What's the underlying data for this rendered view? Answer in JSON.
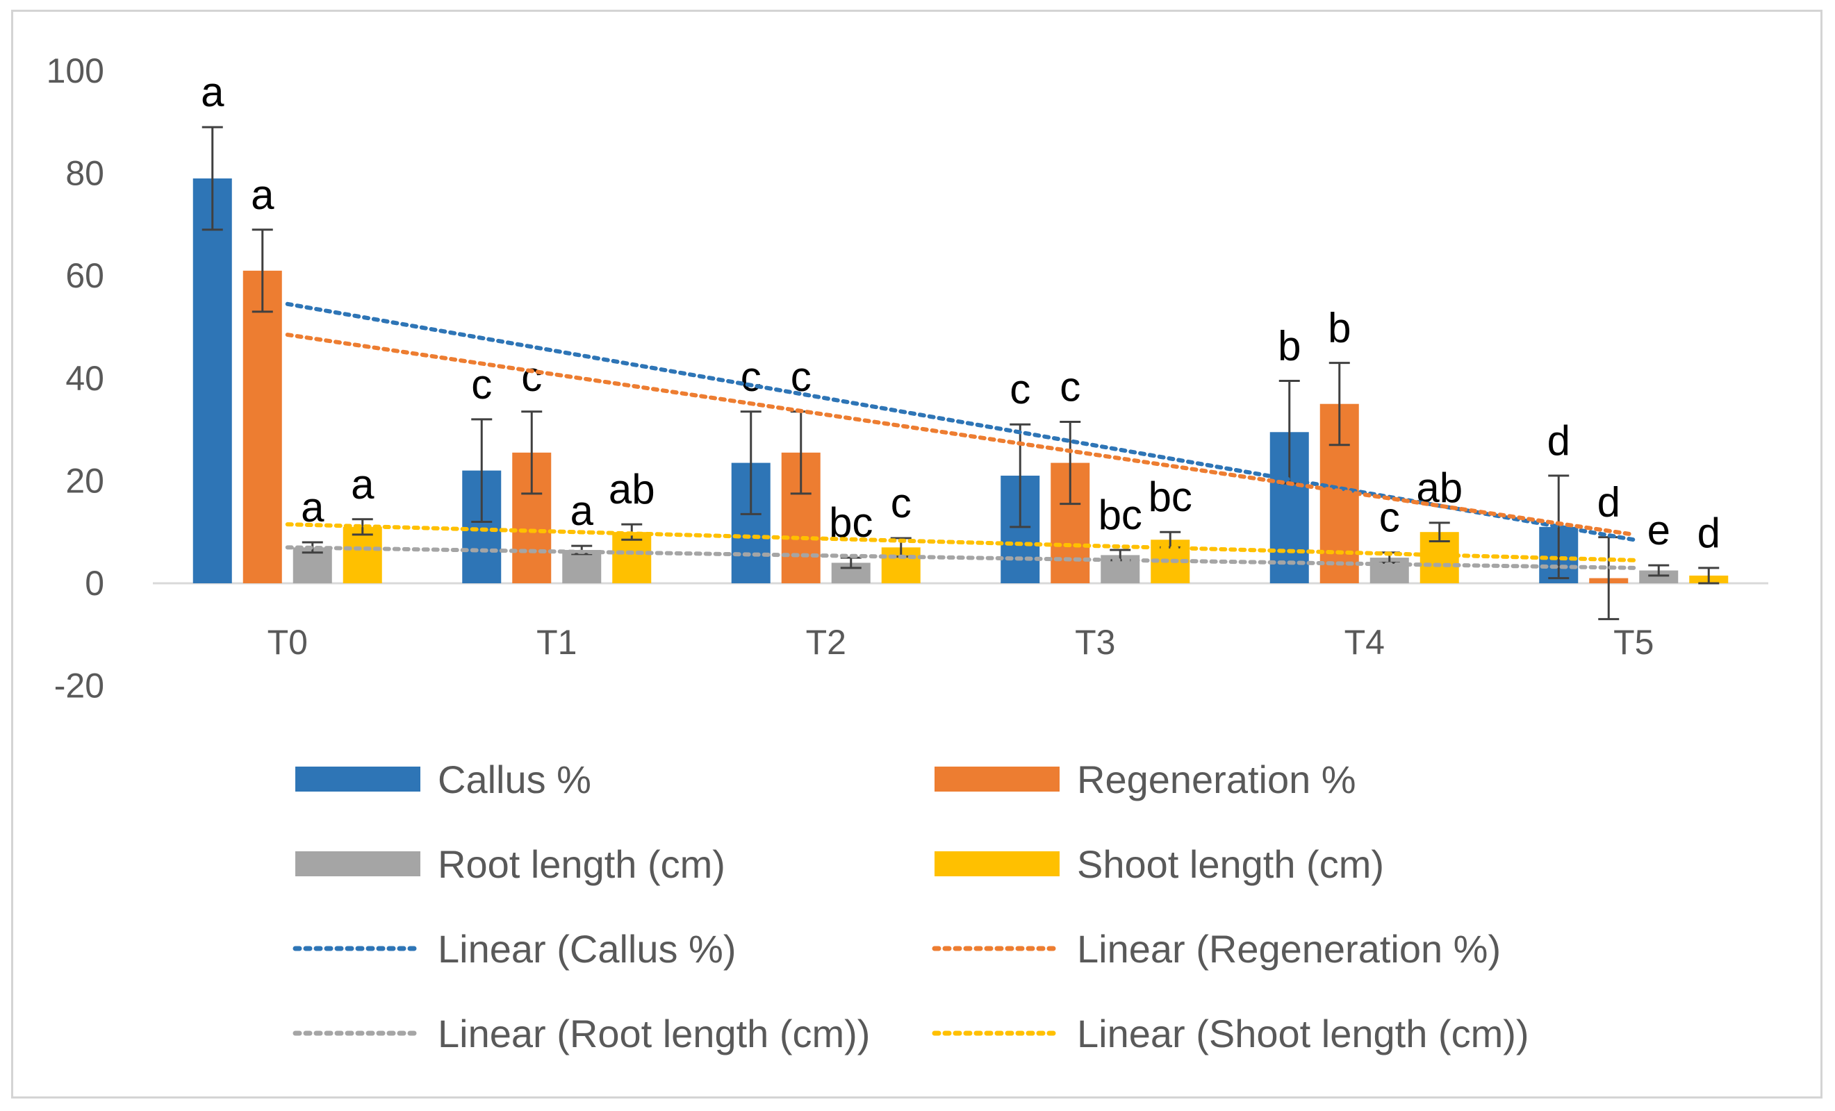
{
  "chart_data": {
    "type": "bar",
    "categories": [
      "T0",
      "T1",
      "T2",
      "T3",
      "T4",
      "T5"
    ],
    "ylim": [
      -20,
      100
    ],
    "yticks": [
      -20,
      0,
      20,
      40,
      60,
      80,
      100
    ],
    "grid": false,
    "legend_position": "bottom",
    "series": [
      {
        "name": "Callus %",
        "color": "#2e75b6",
        "values": [
          79,
          22,
          23.5,
          21,
          29.5,
          11
        ],
        "errors": [
          10,
          10,
          10,
          10,
          10,
          10
        ],
        "letters": [
          "a",
          "c",
          "c",
          "c",
          "b",
          "d"
        ]
      },
      {
        "name": "Regeneration %",
        "color": "#ed7d31",
        "values": [
          61,
          25.5,
          25.5,
          23.5,
          35,
          1
        ],
        "errors": [
          8,
          8,
          8,
          8,
          8,
          8
        ],
        "letters": [
          "a",
          "c",
          "c",
          "c",
          "b",
          "d"
        ]
      },
      {
        "name": "Root length (cm)",
        "color": "#a5a5a5",
        "values": [
          7,
          6.5,
          4,
          5.5,
          5,
          2.5
        ],
        "errors": [
          1,
          0.8,
          1,
          1,
          1,
          1
        ],
        "letters": [
          "a",
          "a",
          "bc",
          "bc",
          "c",
          "e"
        ]
      },
      {
        "name": "Shoot length (cm)",
        "color": "#ffc000",
        "values": [
          11,
          10,
          7,
          8.5,
          10,
          1.5
        ],
        "errors": [
          1.5,
          1.5,
          1.8,
          1.5,
          1.8,
          1.5
        ],
        "letters": [
          "a",
          "ab",
          "c",
          "bc",
          "ab",
          "d"
        ]
      }
    ],
    "trendlines": [
      {
        "name": "Linear (Callus %)",
        "color": "#2e75b6",
        "start": 54.5,
        "end": 8.5
      },
      {
        "name": "Linear (Regeneration %)",
        "color": "#ed7d31",
        "start": 48.5,
        "end": 9.5
      },
      {
        "name": "Linear (Root length (cm))",
        "color": "#a5a5a5",
        "start": 7,
        "end": 3
      },
      {
        "name": "Linear (Shoot length (cm))",
        "color": "#ffc000",
        "start": 11.5,
        "end": 4.5
      }
    ]
  }
}
